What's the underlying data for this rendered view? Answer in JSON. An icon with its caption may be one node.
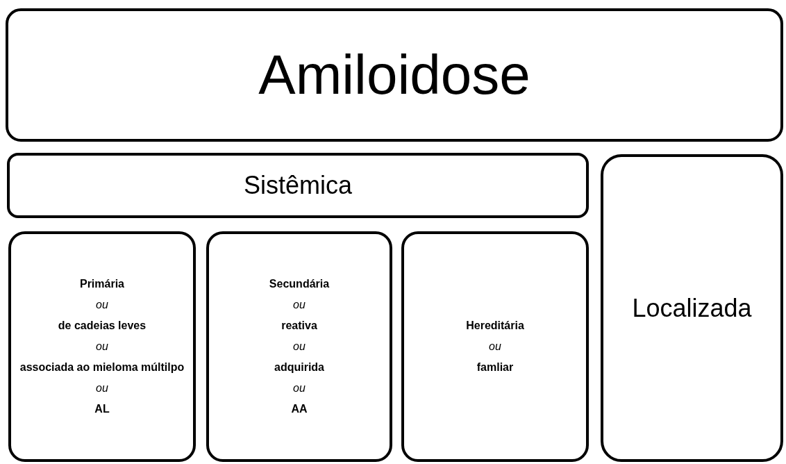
{
  "diagram": {
    "nodes": [
      {
        "text": [
          "Amiloidose"
        ]
      },
      {
        "text": [
          "Sistêmica"
        ]
      },
      {
        "text": [
          "Primária",
          "ou",
          "de cadeias leves",
          "ou",
          "associada ao mieloma múltilpo",
          "ou",
          "AL"
        ]
      },
      {
        "text": [
          "Secundária",
          "ou",
          "reativa",
          "ou",
          "adquirida",
          "ou",
          "AA"
        ]
      },
      {
        "text": [
          "Hereditária",
          "ou",
          "famliar"
        ]
      },
      {
        "text": [
          "Localizada"
        ]
      }
    ]
  }
}
